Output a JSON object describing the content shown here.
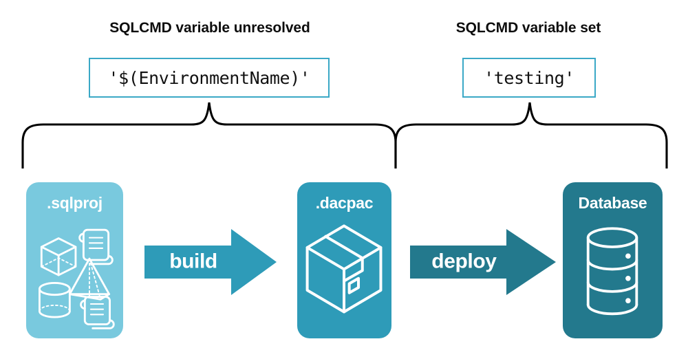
{
  "diagram": {
    "title": "SQLCMD variable resolution in build and deploy pipeline",
    "colors": {
      "sqlproj_fill": "#79c9de",
      "dacpac_fill": "#2e9bb8",
      "database_fill": "#23798d",
      "build_arrow": "#2e9bb8",
      "deploy_arrow": "#23798d",
      "codebox_border": "#3aa8c6",
      "brace_stroke": "#000000",
      "text_dark": "#0d0d0d",
      "text_light": "#ffffff",
      "background": "#ffffff"
    },
    "annotations": [
      {
        "id": "left",
        "heading": "SQLCMD variable unresolved",
        "value": "'$(EnvironmentName)'",
        "brace_label": "spans sqlproj through dacpac"
      },
      {
        "id": "right",
        "heading": "SQLCMD variable set",
        "value": "'testing'",
        "brace_label": "spans dacpac through database"
      }
    ],
    "stages": [
      {
        "id": "sqlproj",
        "label": ".sqlproj",
        "icon": "project-artifacts-icon",
        "icon_parts": [
          "cube-icon",
          "script-scroll-icon",
          "pyramid-icon",
          "cylinder-icon",
          "script-scroll-icon"
        ]
      },
      {
        "id": "dacpac",
        "label": ".dacpac",
        "icon": "package-box-icon",
        "icon_parts": [
          "package-box-icon"
        ]
      },
      {
        "id": "database",
        "label": "Database",
        "icon": "database-cylinder-icon",
        "icon_parts": [
          "database-cylinder-icon"
        ]
      }
    ],
    "transitions": [
      {
        "id": "build",
        "label": "build",
        "from": "sqlproj",
        "to": "dacpac"
      },
      {
        "id": "deploy",
        "label": "deploy",
        "from": "dacpac",
        "to": "database"
      }
    ]
  }
}
